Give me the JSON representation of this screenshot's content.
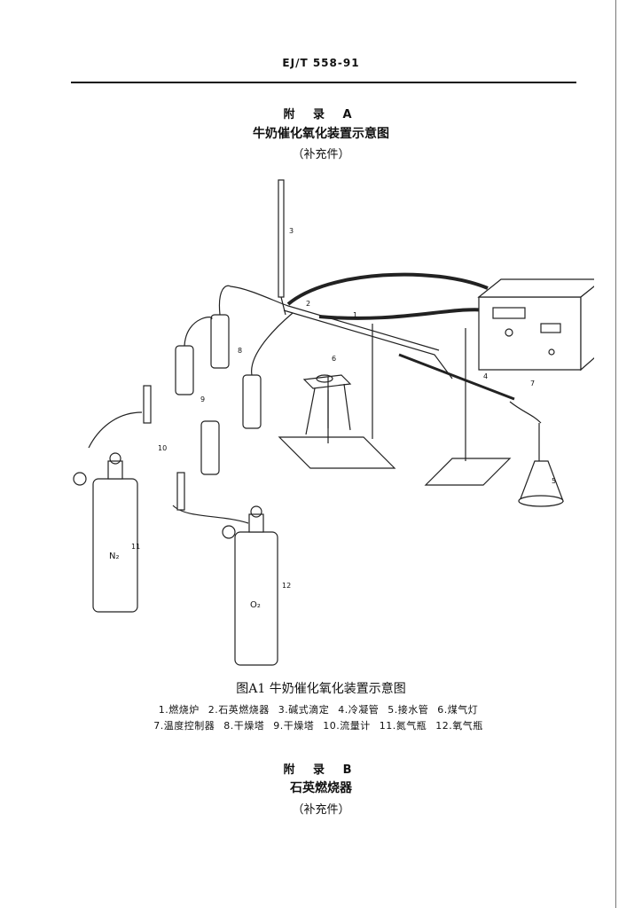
{
  "header": {
    "code": "EJ/T 558-91"
  },
  "appendix_a": {
    "label": "附 录 A",
    "title": "牛奶催化氧化装置示意图",
    "note": "（补充件）"
  },
  "figure": {
    "caption": "图A1  牛奶催化氧化装置示意图",
    "callouts": [
      "1",
      "2",
      "3",
      "4",
      "5",
      "6",
      "7",
      "8",
      "9",
      "10",
      "11",
      "12"
    ],
    "cylinder_labels": {
      "n2": "N₂",
      "o2": "O₂"
    }
  },
  "legend": {
    "row1": [
      "1.燃烧炉",
      "2.石英燃烧器",
      "3.碱式滴定",
      "4.冷凝管",
      "5.接水管",
      "6.煤气灯"
    ],
    "row2": [
      "7.温度控制器",
      "8.干燥塔",
      "9.干燥塔",
      "10.流量计",
      "11.氮气瓶",
      "12.氧气瓶"
    ]
  },
  "appendix_b": {
    "label": "附 录 B",
    "title": "石英燃烧器",
    "note": "（补充件）"
  }
}
